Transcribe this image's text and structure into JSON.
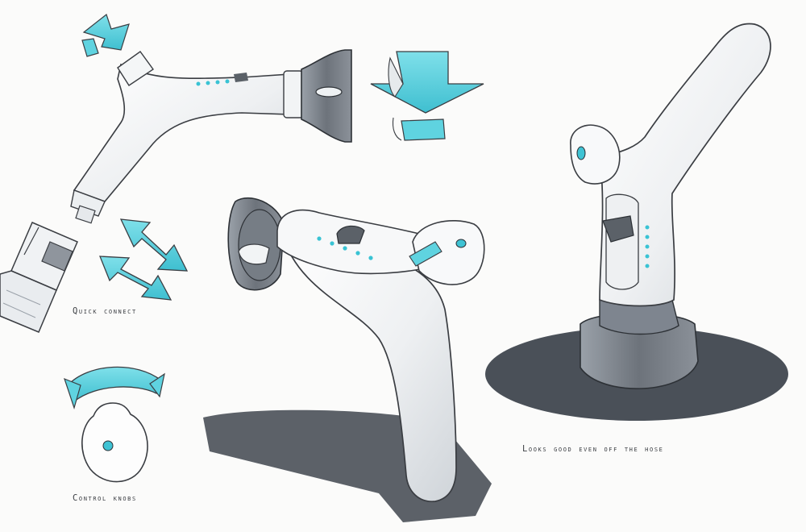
{
  "sketch": {
    "notes": {
      "quick_connect": "Quick connect",
      "control_knobs": "Control knobs",
      "looks_good": "Looks good even off the hose"
    },
    "colors": {
      "paper": "#fbfbfa",
      "ink": "#3a3d42",
      "accent_cyan": "#5fd3e0",
      "accent_cyan_dark": "#2fb3c4",
      "marker_grey": "#7e858f",
      "shadow_dark": "#4a5058",
      "body_white": "#f6f7f8",
      "body_shade": "#dfe3e7"
    },
    "icons": [
      "rotate-arrow-icon",
      "swap-arrow-icon",
      "curved-arrow-icon",
      "cross-arrow-icon"
    ]
  }
}
